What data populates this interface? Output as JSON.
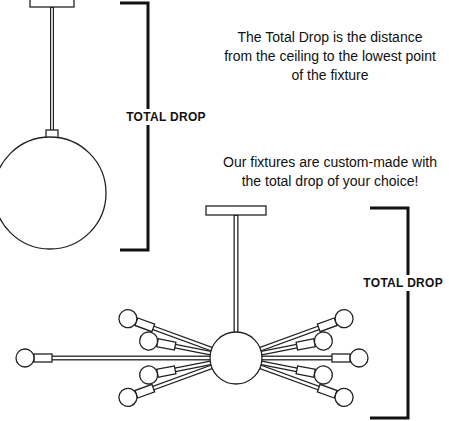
{
  "diagram": {
    "labels": [
      "TOTAL DROP",
      "The Total Drop is the distance from the ceiling to the lowest point of the fixture",
      "Our fixtures are custom-made with the total drop of your choice!",
      "TOTAL DROP"
    ]
  }
}
